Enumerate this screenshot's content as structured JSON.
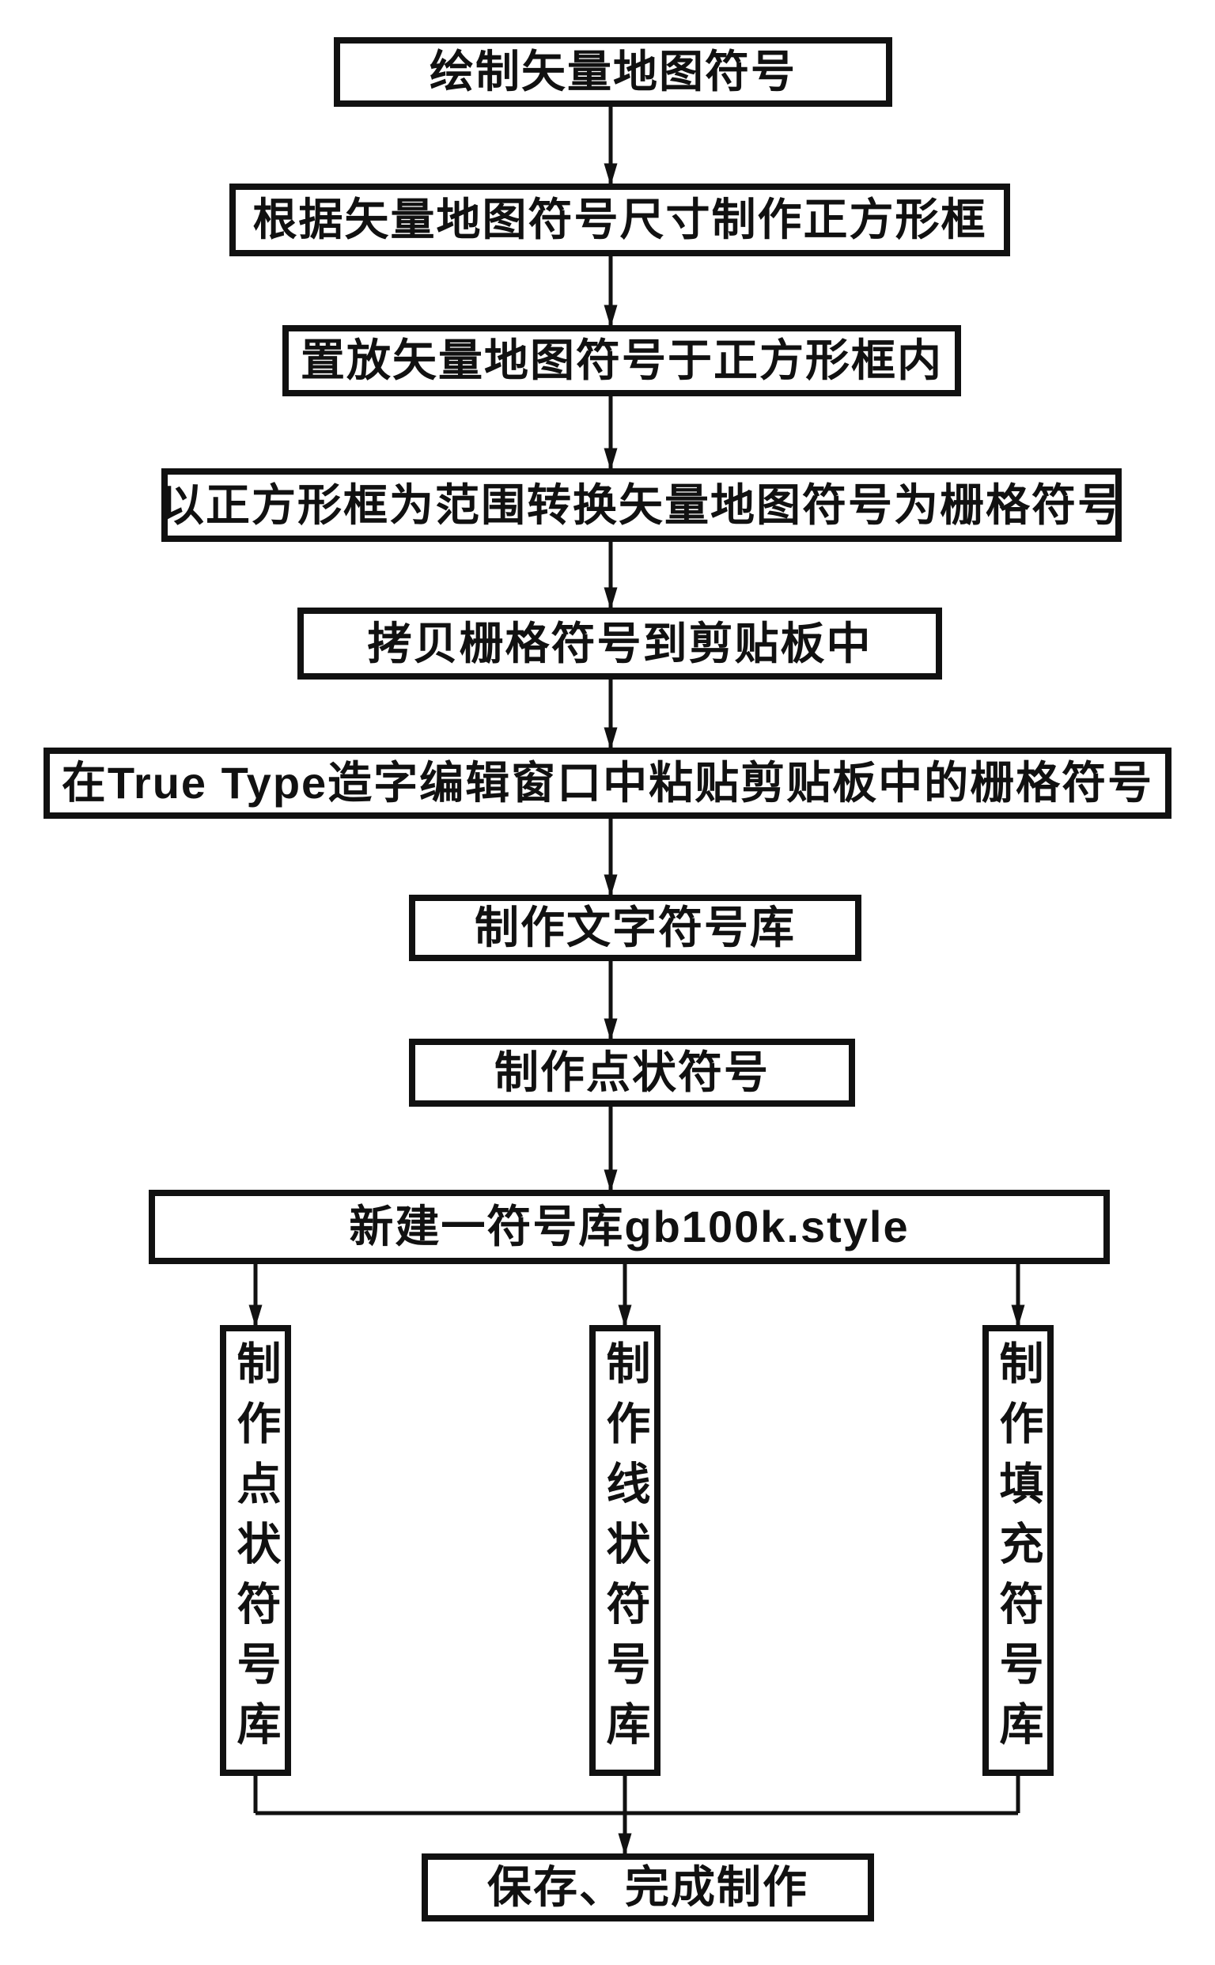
{
  "diagram": {
    "type": "flowchart",
    "language": "zh-CN",
    "background": "#ffffff",
    "ink_color": "#111111"
  },
  "nodes": [
    {
      "id": "draw-vector-symbol",
      "label": "绘制矢量地图符号",
      "orientation": "horizontal"
    },
    {
      "id": "make-square-frame",
      "label": "根据矢量地图符号尺寸制作正方形框",
      "orientation": "horizontal"
    },
    {
      "id": "place-symbol-in-frame",
      "label": "置放矢量地图符号于正方形框内",
      "orientation": "horizontal"
    },
    {
      "id": "convert-to-raster",
      "label": "以正方形框为范围转换矢量地图符号为栅格符号",
      "orientation": "horizontal"
    },
    {
      "id": "copy-raster-to-clipboard",
      "label": "拷贝栅格符号到剪贴板中",
      "orientation": "horizontal"
    },
    {
      "id": "paste-in-truetype-editor",
      "label": "在True Type造字编辑窗口中粘贴剪贴板中的栅格符号",
      "orientation": "horizontal"
    },
    {
      "id": "make-text-symbol-library",
      "label": "制作文字符号库",
      "orientation": "horizontal"
    },
    {
      "id": "make-point-symbol",
      "label": "制作点状符号",
      "orientation": "horizontal"
    },
    {
      "id": "create-style-library",
      "label": "新建一符号库gb100k.style",
      "orientation": "horizontal"
    },
    {
      "id": "make-point-symbol-library",
      "label": "制作点状符号库",
      "orientation": "vertical"
    },
    {
      "id": "make-line-symbol-library",
      "label": "制作线状符号库",
      "orientation": "vertical"
    },
    {
      "id": "make-fill-symbol-library",
      "label": "制作填充符号库",
      "orientation": "vertical"
    },
    {
      "id": "save-complete",
      "label": "保存、完成制作",
      "orientation": "horizontal"
    }
  ],
  "edges": [
    {
      "from": "draw-vector-symbol",
      "to": "make-square-frame"
    },
    {
      "from": "make-square-frame",
      "to": "place-symbol-in-frame"
    },
    {
      "from": "place-symbol-in-frame",
      "to": "convert-to-raster"
    },
    {
      "from": "convert-to-raster",
      "to": "copy-raster-to-clipboard"
    },
    {
      "from": "copy-raster-to-clipboard",
      "to": "paste-in-truetype-editor"
    },
    {
      "from": "paste-in-truetype-editor",
      "to": "make-text-symbol-library"
    },
    {
      "from": "make-text-symbol-library",
      "to": "make-point-symbol"
    },
    {
      "from": "make-point-symbol",
      "to": "create-style-library"
    },
    {
      "from": "create-style-library",
      "to": "make-point-symbol-library"
    },
    {
      "from": "create-style-library",
      "to": "make-line-symbol-library"
    },
    {
      "from": "create-style-library",
      "to": "make-fill-symbol-library"
    },
    {
      "from": "make-point-symbol-library",
      "to": "save-complete"
    },
    {
      "from": "make-line-symbol-library",
      "to": "save-complete"
    },
    {
      "from": "make-fill-symbol-library",
      "to": "save-complete"
    }
  ]
}
